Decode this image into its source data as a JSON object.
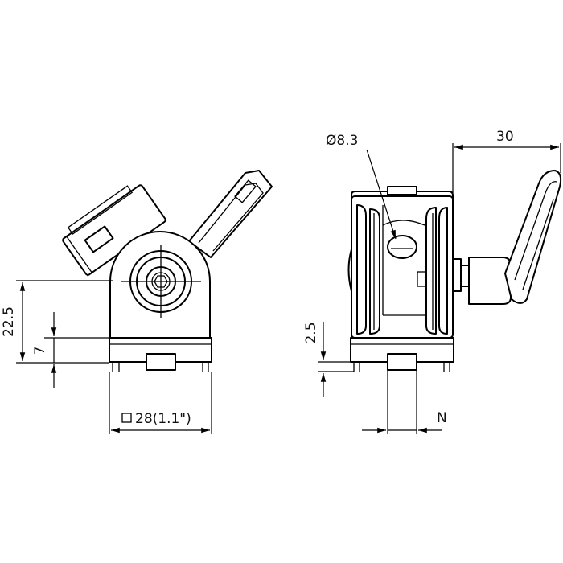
{
  "dimensions": {
    "height_total": "22.5",
    "height_base": "7",
    "width_square": "28(1.1\")",
    "hole_diameter": "Ø8.3",
    "lever_offset": "30",
    "foot_height": "2.5",
    "slot_width": "N"
  },
  "icons": {
    "square_symbol": "square-section-icon"
  }
}
